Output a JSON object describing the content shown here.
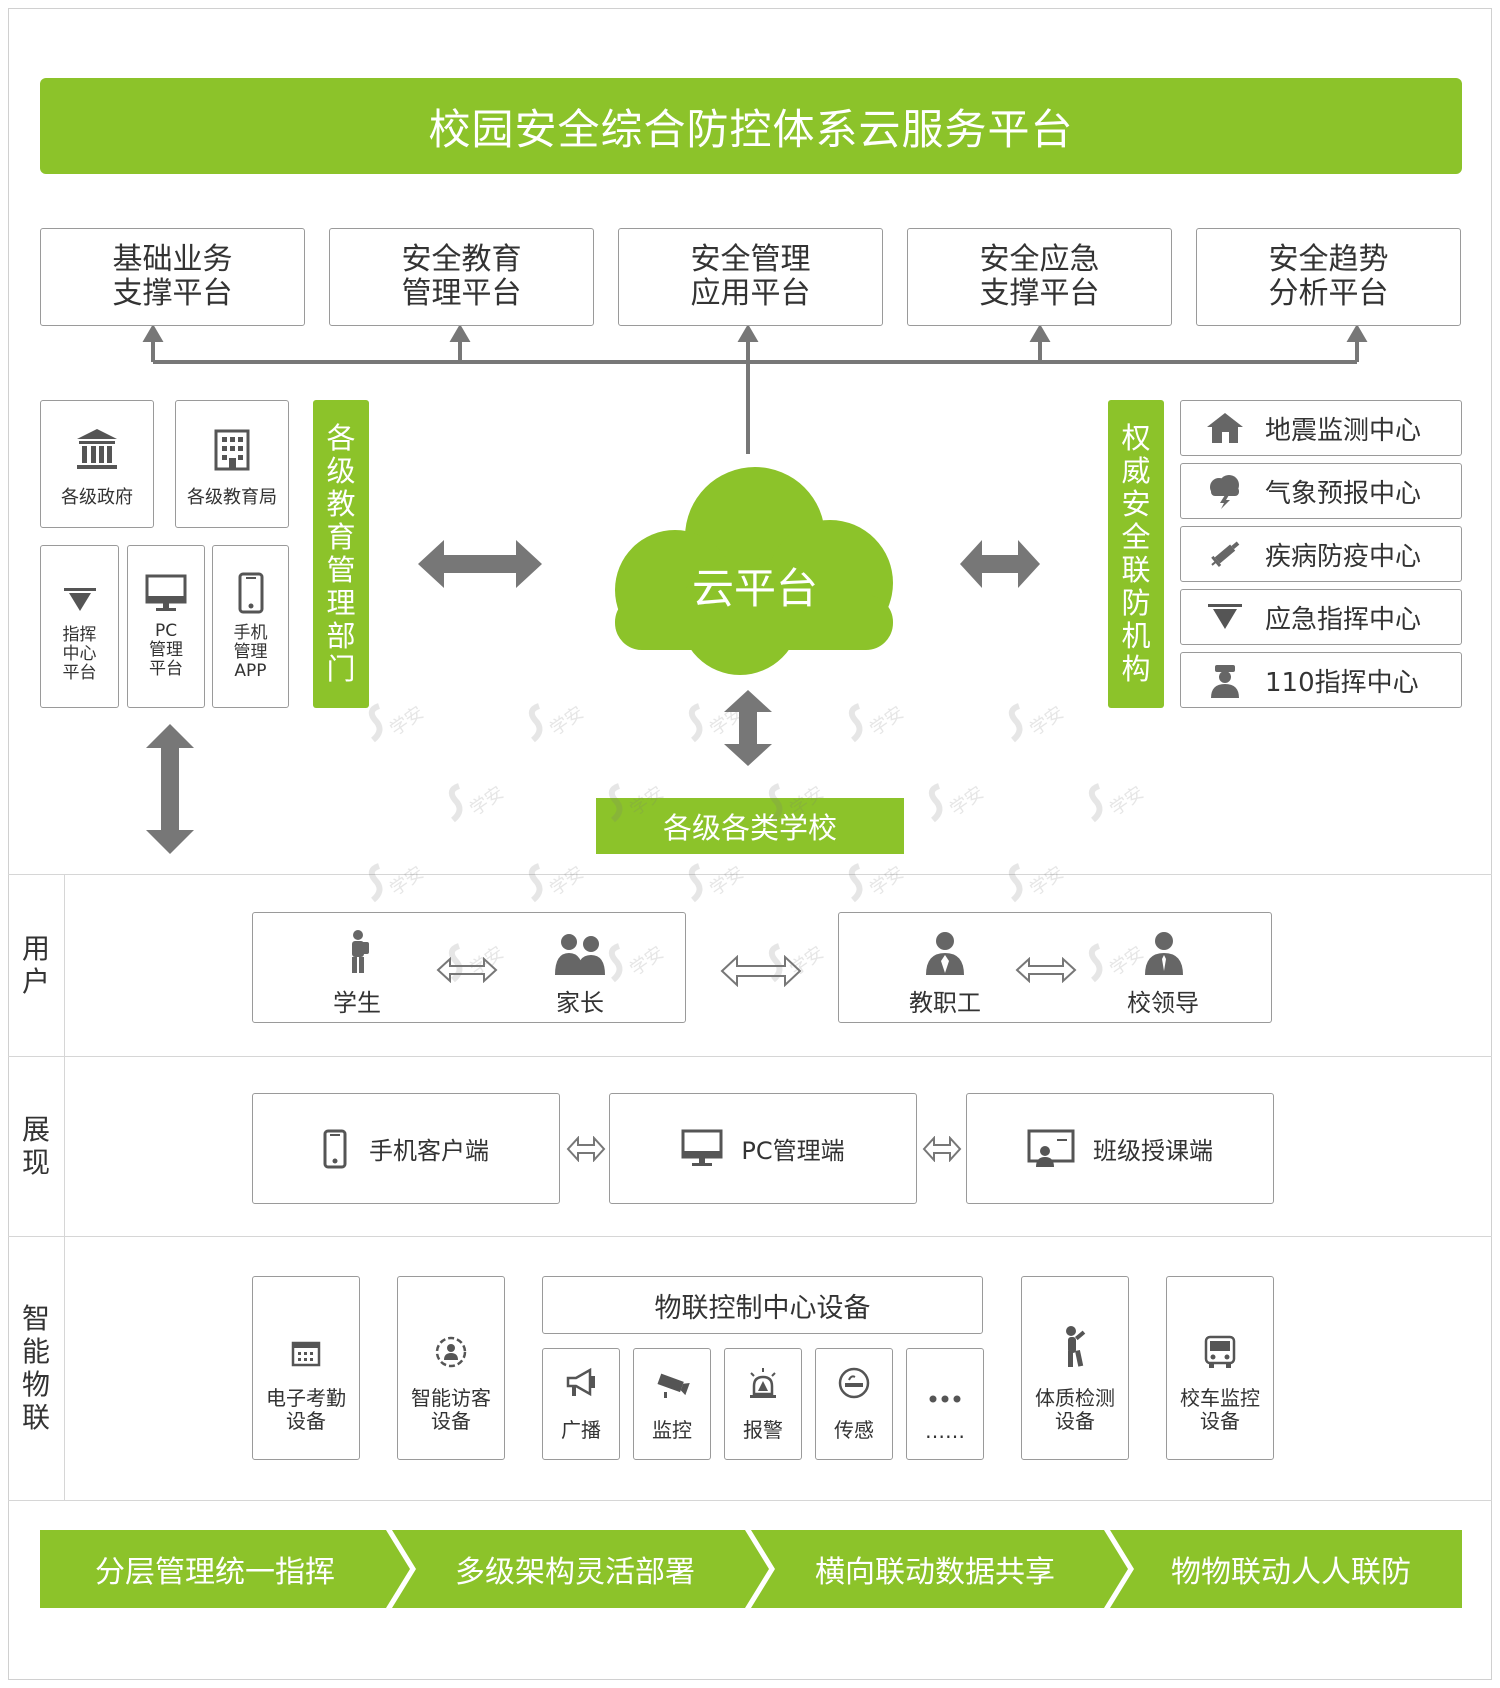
{
  "title": "校园安全综合防控体系云服务平台",
  "platforms": [
    {
      "line1": "基础业务",
      "line2": "支撑平台"
    },
    {
      "line1": "安全教育",
      "line2": "管理平台"
    },
    {
      "line1": "安全管理",
      "line2": "应用平台"
    },
    {
      "line1": "安全应急",
      "line2": "支撑平台"
    },
    {
      "line1": "安全趋势",
      "line2": "分析平台"
    }
  ],
  "left_panel": {
    "gov": "各级政府",
    "edu_bureau": "各级教育局",
    "command": [
      "指挥",
      "中心",
      "平台"
    ],
    "pc": [
      "PC",
      "管理",
      "平台"
    ],
    "mobile": [
      "手机",
      "管理",
      "APP"
    ],
    "dept_label": [
      "各",
      "级",
      "教",
      "育",
      "管",
      "理",
      "部",
      "门"
    ]
  },
  "cloud": "云平台",
  "schools": "各级各类学校",
  "right_panel": {
    "label": [
      "权",
      "威",
      "安",
      "全",
      "联",
      "防",
      "机",
      "构"
    ],
    "items": [
      {
        "label": "地震监测中心",
        "icon": "house-icon"
      },
      {
        "label": "气象预报中心",
        "icon": "weather-icon"
      },
      {
        "label": "疾病防疫中心",
        "icon": "syringe-icon"
      },
      {
        "label": "应急指挥中心",
        "icon": "funnel-icon"
      },
      {
        "label": "110指挥中心",
        "icon": "police-icon"
      }
    ]
  },
  "layers": {
    "users": [
      "用",
      "户"
    ],
    "display": [
      "展",
      "现"
    ],
    "iot": [
      "智",
      "能",
      "物",
      "联"
    ]
  },
  "users": {
    "student": "学生",
    "parent": "家长",
    "staff": "教职工",
    "leader": "校领导"
  },
  "display": {
    "mobile": "手机客户端",
    "pc": "PC管理端",
    "class": "班级授课端"
  },
  "iot": {
    "attendance": [
      "电子考勤",
      "设备"
    ],
    "visitor": [
      "智能访客",
      "设备"
    ],
    "center": "物联控制中心设备",
    "subs": [
      "广播",
      "监控",
      "报警",
      "传感",
      "……"
    ],
    "fitness": [
      "体质检测",
      "设备"
    ],
    "bus": [
      "校车监控",
      "设备"
    ]
  },
  "watermark": "学安",
  "footer": [
    "分层管理统一指挥",
    "多级架构灵活部署",
    "横向联动数据共享",
    "物物联动人人联防"
  ],
  "colors": {
    "green": "#8cc32a",
    "arrow": "#777777",
    "border": "#9a9a9a"
  }
}
